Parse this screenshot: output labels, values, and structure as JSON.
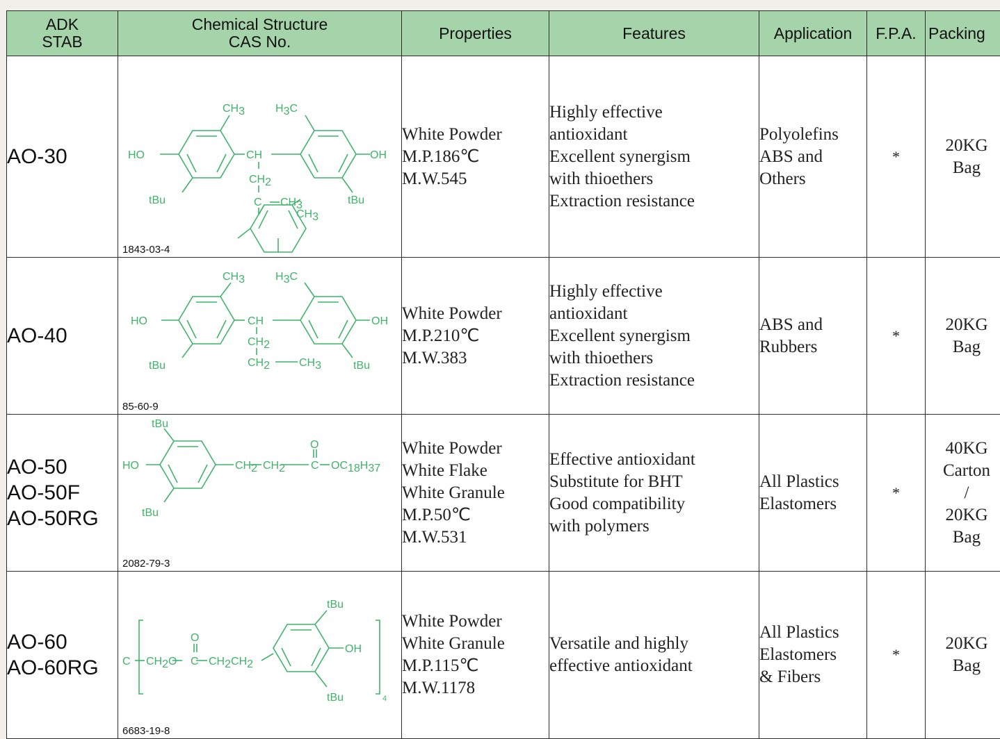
{
  "headers": {
    "grade": "ADK\nSTAB",
    "structure": "Chemical Structure\nCAS No.",
    "properties": "Properties",
    "features": "Features",
    "application": "Application",
    "fpa": "F.P.A.",
    "packing": "Packing"
  },
  "rows": [
    {
      "grade": "AO-30",
      "cas": "1843-03-4",
      "properties": "White Powder\nM.P.186℃\nM.W.545",
      "features": "Highly effective\nantioxidant\nExcellent synergism\nwith thioethers\nExtraction resistance",
      "application": "Polyolefins\nABS and\nOthers",
      "fpa": "*",
      "packing": "20KG\nBag"
    },
    {
      "grade": "AO-40",
      "cas": "85-60-9",
      "properties": "White Powder\nM.P.210℃\nM.W.383",
      "features": "Highly effective\nantioxidant\nExcellent synergism\nwith thioethers\nExtraction resistance",
      "application": "ABS and\nRubbers",
      "fpa": "*",
      "packing": "20KG\nBag"
    },
    {
      "grade": "AO-50\nAO-50F\nAO-50RG",
      "cas": "2082-79-3",
      "properties": "White Powder\nWhite Flake\nWhite Granule\nM.P.50℃\nM.W.531",
      "features": "Effective antioxidant\nSubstitute for BHT\nGood compatibility\nwith polymers",
      "application": "All Plastics\nElastomers",
      "fpa": "*",
      "packing": "40KG\nCarton\n/\n20KG\nBag"
    },
    {
      "grade": "AO-60\nAO-60RG",
      "cas": "6683-19-8",
      "properties": "White Powder\nWhite Granule\nM.P.115℃\nM.W.1178",
      "features": "Versatile and highly\neffective antioxidant",
      "application": "All Plastics\nElastomers\n& Fibers",
      "fpa": "*",
      "packing": "20KG\nBag"
    }
  ],
  "structure_labels": {
    "ch3": "CH",
    "h3c": "H",
    "three": "3",
    "two": "2",
    "ch": "CH",
    "ch2": "CH",
    "c": "C",
    "ho": "HO",
    "oh": "OH",
    "tbu": "tBu",
    "o": "O",
    "oc": "OC",
    "n18": "18",
    "n37": "37",
    "ch2o": "CH",
    "four": "4"
  },
  "colors": {
    "header_bg": "#a6d4aa",
    "structure_green": "#3fb36a",
    "border": "#2b2b2b",
    "page_bg": "#f1efea"
  }
}
